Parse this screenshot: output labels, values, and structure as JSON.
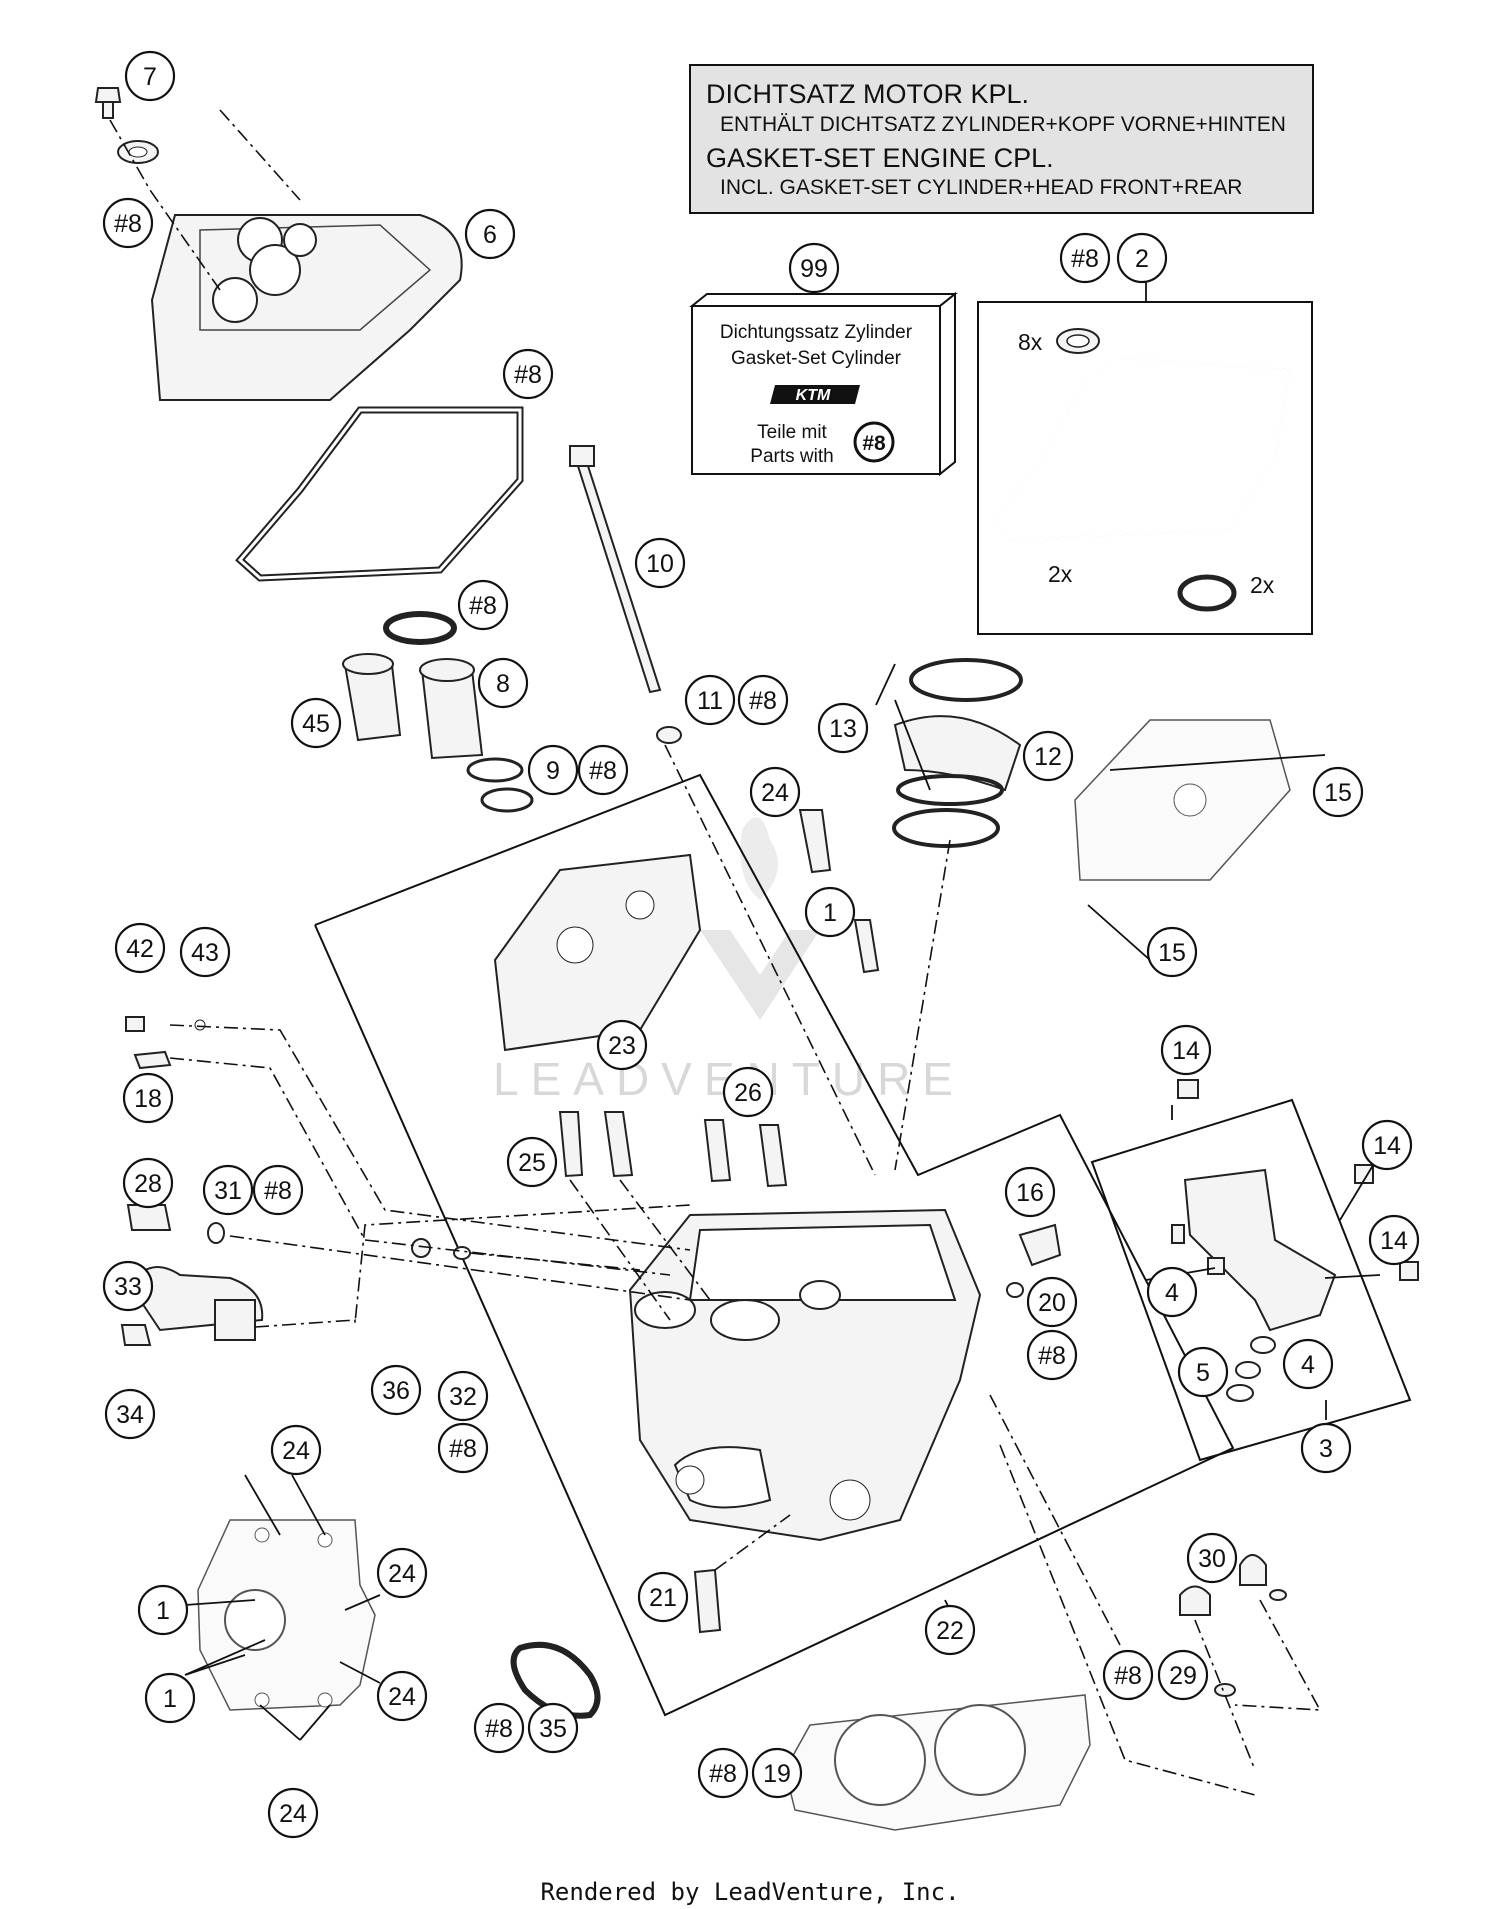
{
  "info_box": {
    "line1": "DICHTSATZ MOTOR KPL.",
    "line2": "ENTHÄLT DICHTSATZ ZYLINDER+KOPF VORNE+HINTEN",
    "line3": "GASKET-SET ENGINE CPL.",
    "line4": "INCL. GASKET-SET CYLINDER+HEAD FRONT+REAR"
  },
  "kit_box": {
    "title1": "Dichtungssatz Zylinder",
    "title2": "Gasket-Set Cylinder",
    "brand": "KTM",
    "note1": "Teile mit",
    "note2": "Parts with",
    "badge": "#8"
  },
  "gasket_kit_box": {
    "qty_top": "8x",
    "qty_left": "2x",
    "qty_right": "2x"
  },
  "callouts": [
    {
      "id": "c-7",
      "label": "7"
    },
    {
      "id": "c-8a",
      "label": "#8"
    },
    {
      "id": "c-6",
      "label": "6"
    },
    {
      "id": "c-8b",
      "label": "#8"
    },
    {
      "id": "c-99",
      "label": "99"
    },
    {
      "id": "c-8c",
      "label": "#8"
    },
    {
      "id": "c-2",
      "label": "2"
    },
    {
      "id": "c-10",
      "label": "10"
    },
    {
      "id": "c-8d",
      "label": "#8"
    },
    {
      "id": "c-8",
      "label": "8"
    },
    {
      "id": "c-45",
      "label": "45"
    },
    {
      "id": "c-9",
      "label": "9"
    },
    {
      "id": "c-8e",
      "label": "#8"
    },
    {
      "id": "c-11",
      "label": "11"
    },
    {
      "id": "c-8f",
      "label": "#8"
    },
    {
      "id": "c-13",
      "label": "13"
    },
    {
      "id": "c-12",
      "label": "12"
    },
    {
      "id": "c-15a",
      "label": "15"
    },
    {
      "id": "c-24a",
      "label": "24"
    },
    {
      "id": "c-1a",
      "label": "1"
    },
    {
      "id": "c-15b",
      "label": "15"
    },
    {
      "id": "c-42",
      "label": "42"
    },
    {
      "id": "c-43",
      "label": "43"
    },
    {
      "id": "c-23",
      "label": "23"
    },
    {
      "id": "c-18",
      "label": "18"
    },
    {
      "id": "c-26",
      "label": "26"
    },
    {
      "id": "c-14a",
      "label": "14"
    },
    {
      "id": "c-25",
      "label": "25"
    },
    {
      "id": "c-14b",
      "label": "14"
    },
    {
      "id": "c-28",
      "label": "28"
    },
    {
      "id": "c-31",
      "label": "31"
    },
    {
      "id": "c-8g",
      "label": "#8"
    },
    {
      "id": "c-16",
      "label": "16"
    },
    {
      "id": "c-14c",
      "label": "14"
    },
    {
      "id": "c-33",
      "label": "33"
    },
    {
      "id": "c-4a",
      "label": "4"
    },
    {
      "id": "c-20",
      "label": "20"
    },
    {
      "id": "c-8h",
      "label": "#8"
    },
    {
      "id": "c-36",
      "label": "36"
    },
    {
      "id": "c-32",
      "label": "32"
    },
    {
      "id": "c-5",
      "label": "5"
    },
    {
      "id": "c-4b",
      "label": "4"
    },
    {
      "id": "c-34",
      "label": "34"
    },
    {
      "id": "c-8i",
      "label": "#8"
    },
    {
      "id": "c-3",
      "label": "3"
    },
    {
      "id": "c-24b",
      "label": "24"
    },
    {
      "id": "c-24c",
      "label": "24"
    },
    {
      "id": "c-30",
      "label": "30"
    },
    {
      "id": "c-1b",
      "label": "1"
    },
    {
      "id": "c-21",
      "label": "21"
    },
    {
      "id": "c-22",
      "label": "22"
    },
    {
      "id": "c-24d",
      "label": "24"
    },
    {
      "id": "c-8j",
      "label": "#8"
    },
    {
      "id": "c-29",
      "label": "29"
    },
    {
      "id": "c-1c",
      "label": "1"
    },
    {
      "id": "c-8k",
      "label": "#8"
    },
    {
      "id": "c-35",
      "label": "35"
    },
    {
      "id": "c-8l",
      "label": "#8"
    },
    {
      "id": "c-19",
      "label": "19"
    },
    {
      "id": "c-24e",
      "label": "24"
    }
  ],
  "watermark": "LEADVENTURE",
  "footer": "Rendered by LeadVenture, Inc."
}
